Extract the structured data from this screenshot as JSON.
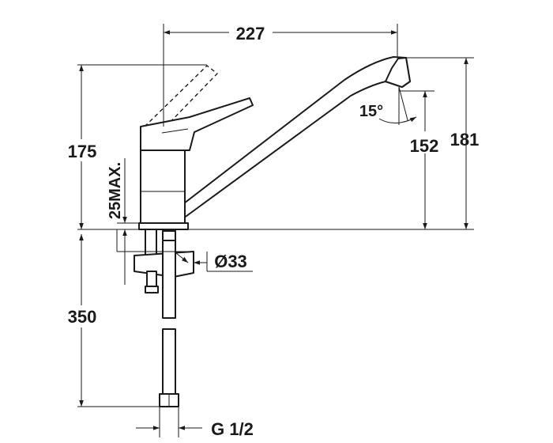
{
  "dimensions": {
    "spout_reach": "227",
    "total_height": "175",
    "overall_height": "181",
    "outlet_height": "152",
    "deck_thickness": "25MAX.",
    "hole_diameter": "Ø33",
    "hose_length": "350",
    "connection": "G 1/2",
    "outlet_angle": "15°"
  }
}
